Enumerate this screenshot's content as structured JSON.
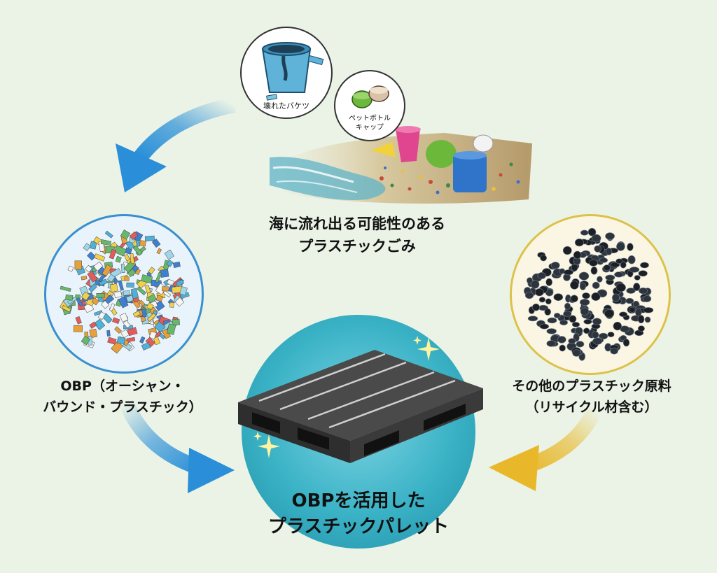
{
  "top": {
    "bucket_label": "壊れたバケツ",
    "caps_label_line1": "ペットボトル",
    "caps_label_line2": "キャップ",
    "caption_line1": "海に流れ出る可能性のある",
    "caption_line2": "プラスチックごみ"
  },
  "left": {
    "caption_line1": "OBP（オーシャン・",
    "caption_line2": "バウンド・プラスチック）"
  },
  "right": {
    "caption_line1": "その他のプラスチック原料",
    "caption_line2": "（リサイクル材含む）"
  },
  "center": {
    "caption_line1": "OBPを活用した",
    "caption_line2": "プラスチックパレット"
  },
  "colors": {
    "background": "#eaf3e6",
    "blue_arrow": "#2a8fd8",
    "yellow_arrow": "#e8b82a",
    "blue_ring": "#3a8fd0",
    "yellow_ring": "#dcc24a",
    "teal_circle": "#2a9cb0"
  }
}
